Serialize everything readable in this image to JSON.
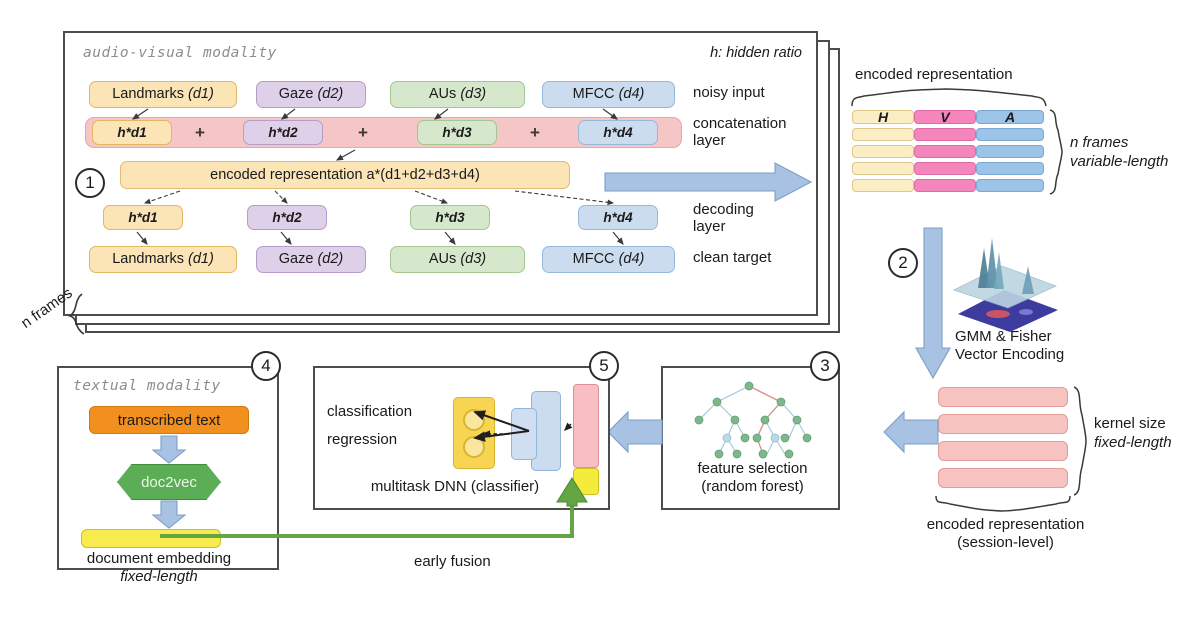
{
  "panel1": {
    "modality_label": "audio-visual modality",
    "hidden_ratio_note": "h: hidden ratio",
    "number": "1",
    "noisy_inputs": [
      {
        "name": "Landmarks (d1)",
        "plain": "Landmarks ",
        "ital": "(d1)",
        "color": "yellow"
      },
      {
        "name": "Gaze (d2)",
        "plain": "Gaze ",
        "ital": "(d2)",
        "color": "purple"
      },
      {
        "name": "AUs (d3)",
        "plain": "AUs ",
        "ital": "(d3)",
        "color": "green"
      },
      {
        "name": "MFCC (d4)",
        "plain": "MFCC ",
        "ital": "(d4)",
        "color": "blue"
      }
    ],
    "hidden_units": [
      "h*d1",
      "h*d2",
      "h*d3",
      "h*d4"
    ],
    "plus_signs": [
      "+",
      "+",
      "+"
    ],
    "encoded_representation": "encoded representation a*(d1+d2+d3+d4)",
    "decoder_units": [
      "h*d1",
      "h*d2",
      "h*d3",
      "h*d4"
    ],
    "clean_targets": [
      {
        "plain": "Landmarks ",
        "ital": "(d1)",
        "color": "yellow"
      },
      {
        "plain": "Gaze ",
        "ital": "(d2)",
        "color": "purple"
      },
      {
        "plain": "AUs ",
        "ital": "(d3)",
        "color": "green"
      },
      {
        "plain": "MFCC ",
        "ital": "(d4)",
        "color": "blue"
      }
    ],
    "row_labels": {
      "noisy_input": "noisy input",
      "concatenation_layer": "concatenation\nlayer",
      "concatenation_layer_l1": "concatenation",
      "concatenation_layer_l2": "layer",
      "decoding_layer_l1": "decoding",
      "decoding_layer_l2": "layer",
      "clean_target": "clean target"
    },
    "stack_label": "n frames"
  },
  "encoded_frames": {
    "title": "encoded representation",
    "segment_labels": [
      "H",
      "V",
      "A"
    ],
    "segment_colors": {
      "H": "#fbeec4",
      "V": "#f486bb",
      "A": "#9cc4e8"
    },
    "rows": 5,
    "side_label_l1": "n frames",
    "side_label_l2": "variable-length"
  },
  "step2": {
    "number": "2",
    "label_l1": "GMM & Fisher",
    "label_l2": "Vector Encoding"
  },
  "kernel_block": {
    "rows": 4,
    "side_label_l1": "kernel size",
    "side_label_l2": "fixed-length",
    "bottom_label_l1": "encoded representation",
    "bottom_label_l2": "(session-level)"
  },
  "step3": {
    "number": "3",
    "label_l1": "feature selection",
    "label_l2": "(random forest)"
  },
  "step5": {
    "number": "5",
    "classification_label": "classification",
    "regression_label": "regression",
    "caption": "multitask DNN (classifier)"
  },
  "step4": {
    "number": "4",
    "modality_label": "textual modality",
    "transcribed_text": "transcribed text",
    "doc2vec": "doc2vec",
    "embedding_label_l1": "document embedding",
    "embedding_label_l2": "fixed-length"
  },
  "fusion": {
    "label": "early fusion",
    "color": "#63a644"
  },
  "colors": {
    "panel_border": "#4c4c4c",
    "yellow": "#fbe5b6",
    "purple": "#ded0e8",
    "green": "#d6e8cc",
    "blue": "#ccdcef",
    "pink_band": "#f6c5c5",
    "arrow_blue": "#a7c2e2",
    "fusion_green": "#63a644",
    "kernel_pink": "#f7c3c0"
  }
}
